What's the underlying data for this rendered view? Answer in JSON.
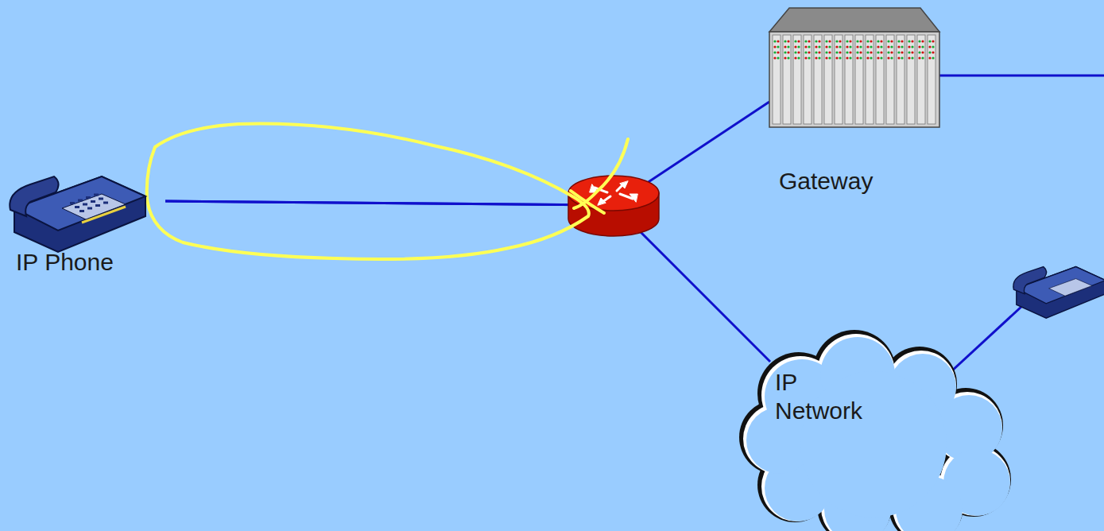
{
  "diagram": {
    "nodes": [
      {
        "text": [
          "IP Phone"
        ]
      },
      {
        "text": [
          "Gateway"
        ]
      },
      {
        "text": [
          "IP Network"
        ]
      }
    ],
    "edges": [
      {
        "from": 0,
        "to": 1,
        "arrow": "none"
      },
      {
        "from": 0,
        "to": 2,
        "arrow": "none"
      }
    ]
  }
}
